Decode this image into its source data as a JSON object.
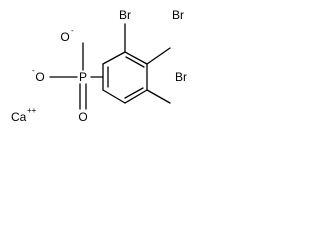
{
  "molecule": {
    "atoms": {
      "phosphorus": "P",
      "oxygen_top": "O",
      "oxygen_top_charge": "-",
      "oxygen_left": "O",
      "oxygen_left_charge": "-",
      "oxygen_bottom": "O",
      "bromine_2": "Br",
      "bromine_3": "Br",
      "bromine_4": "Br",
      "calcium": "Ca",
      "calcium_charge": "++"
    }
  }
}
